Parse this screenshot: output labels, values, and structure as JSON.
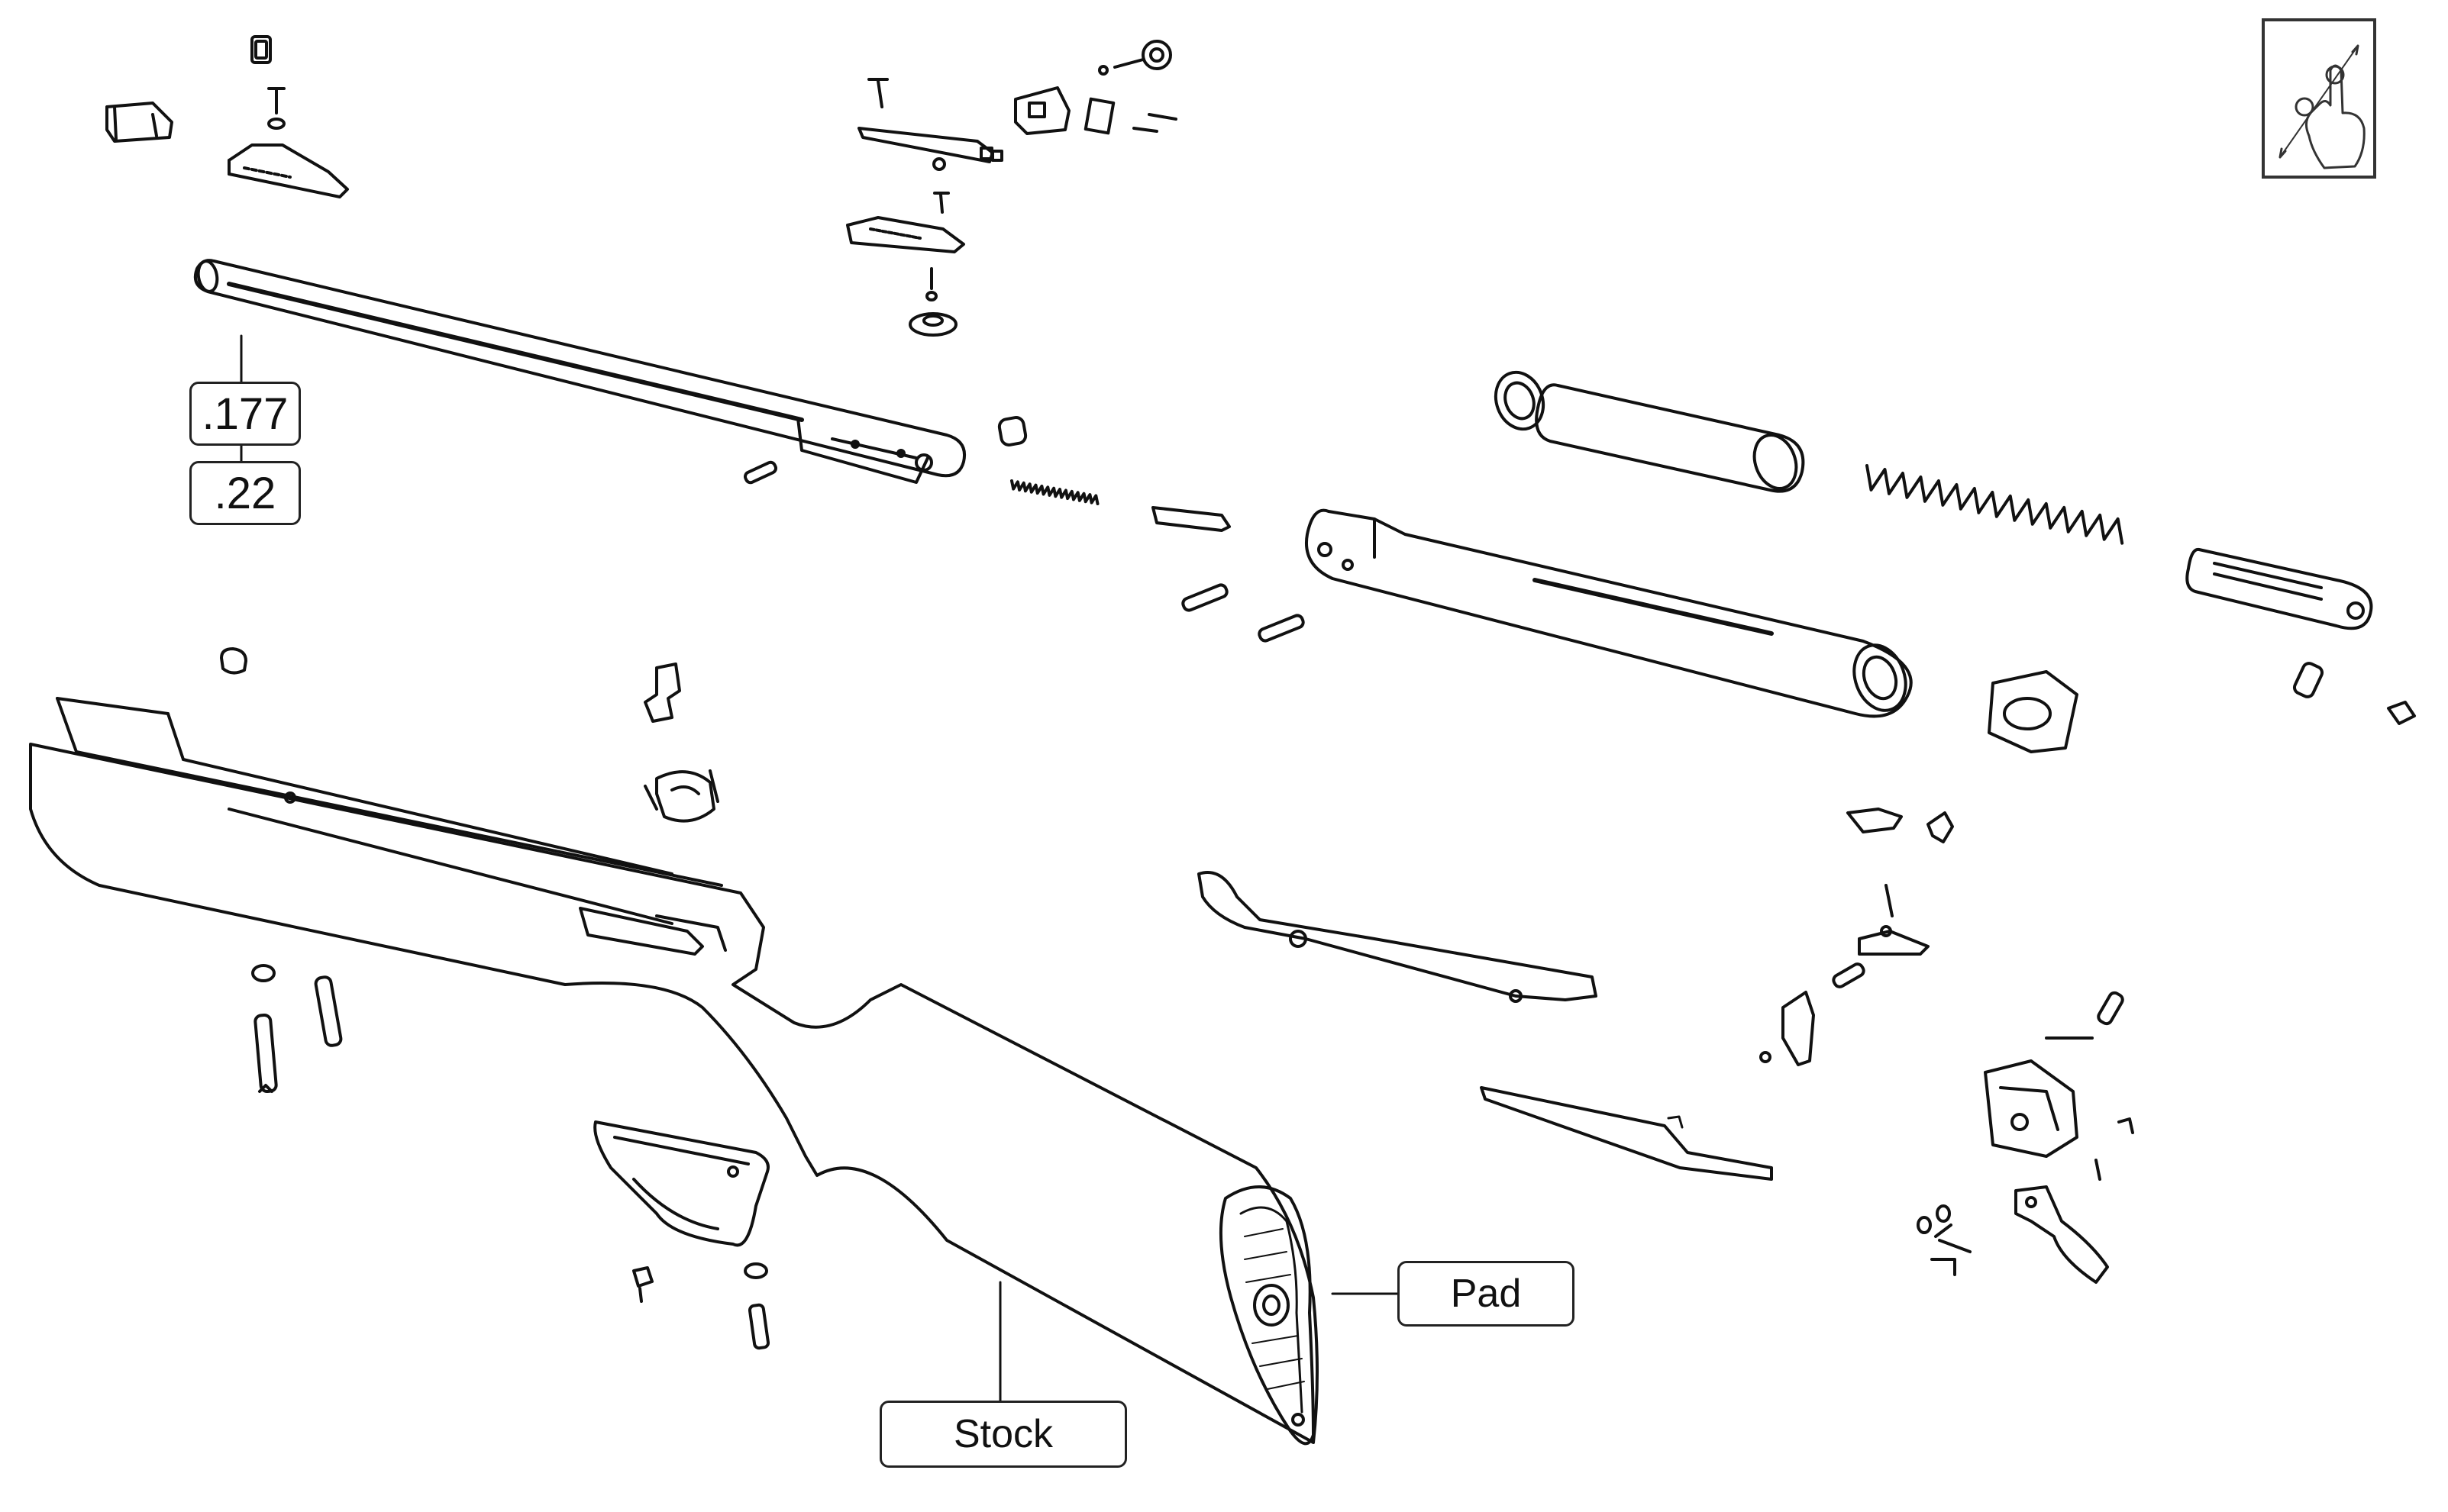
{
  "callouts": {
    "caliber_177": ".177",
    "caliber_22": ".22",
    "pad": "Pad",
    "stock": "Stock"
  },
  "toolbar": {
    "gesture_icon": "pinch-zoom-icon"
  }
}
